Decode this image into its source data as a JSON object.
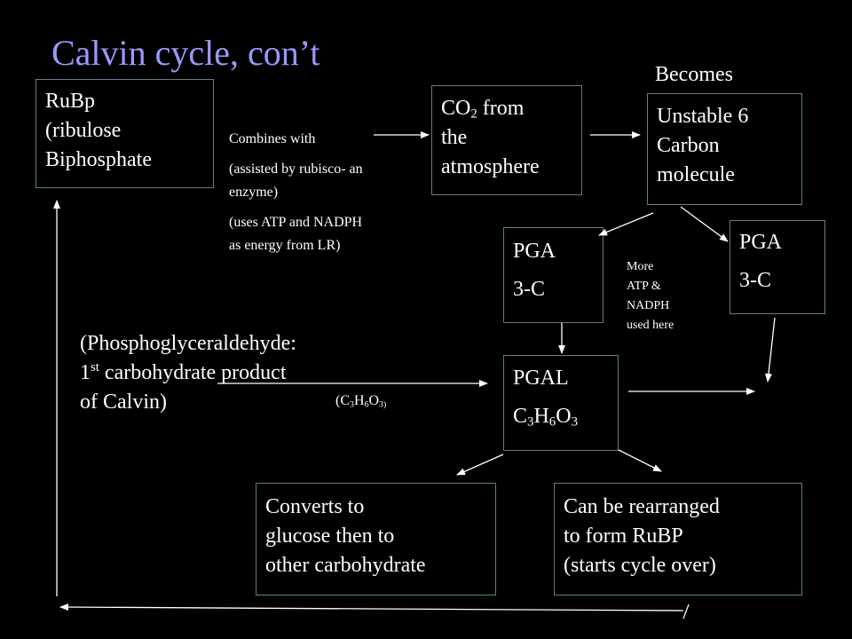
{
  "title": "Calvin cycle, con’t",
  "rubp": {
    "line1": "RuBp",
    "line2": "(ribulose",
    "line3": "Biphosphate"
  },
  "combines": {
    "line1": "Combines with",
    "line2": "(assisted by rubisco- an",
    "line3": "enzyme)",
    "line4": "(uses ATP and NADPH",
    "line5": "as energy from LR)"
  },
  "co2": {
    "co": "CO",
    "sub": "2",
    "rest": " from",
    "line2": "the",
    "line3": "atmosphere"
  },
  "becomes": "Becomes",
  "unstable": {
    "line1": "Unstable 6",
    "line2": "Carbon",
    "line3": "molecule"
  },
  "pga_left": {
    "line1": "PGA",
    "line2": "3-C"
  },
  "pga_right": {
    "line1": "PGA",
    "line2": "3-C"
  },
  "more_atp": {
    "line1": "More",
    "line2": "ATP &",
    "line3": "NADPH",
    "line4": "used here"
  },
  "phospho": {
    "line1": "(Phosphoglyceraldehyde:",
    "line2_num": "1",
    "line2_sup": "st",
    "line2_rest": " carbohydrate product",
    "line3": "of Calvin)"
  },
  "formula_small": {
    "open": "(C",
    "s1": "3",
    "h": "H",
    "s2": "6",
    "o": "O",
    "s3": "3)"
  },
  "pgal": {
    "line1": "PGAL",
    "c": "C",
    "s1": "3",
    "h": "H",
    "s2": "6",
    "o": "O",
    "s3": "3"
  },
  "glucose": {
    "line1": "Converts to",
    "line2": "glucose then to",
    "line3": "other carbohydrate"
  },
  "rearranged": {
    "line1": "Can be rearranged",
    "line2": "to form RuBP",
    "line3": "(starts cycle over)"
  }
}
